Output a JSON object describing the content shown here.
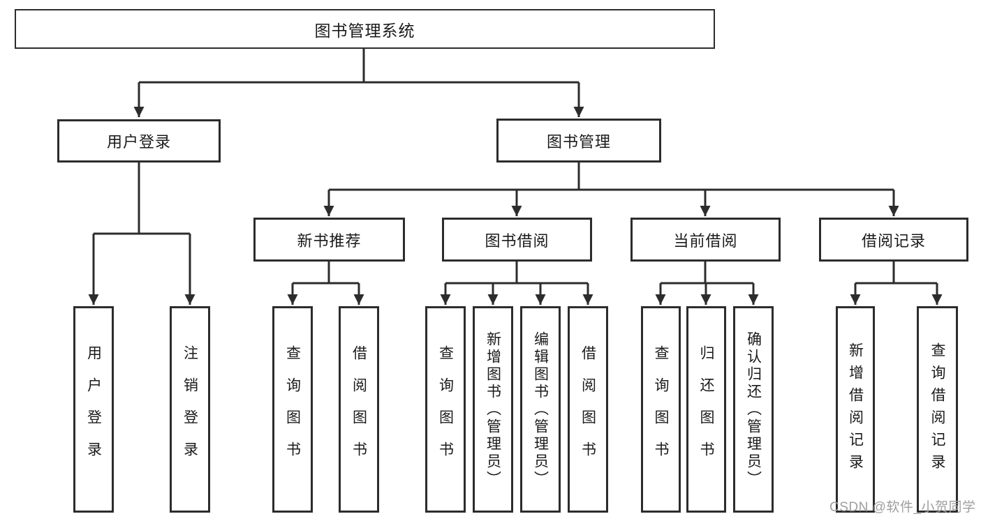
{
  "diagram": {
    "root": "图书管理系统",
    "level2": [
      {
        "label": "用户登录"
      },
      {
        "label": "图书管理"
      }
    ],
    "level3": [
      {
        "label": "新书推荐"
      },
      {
        "label": "图书借阅"
      },
      {
        "label": "当前借阅"
      },
      {
        "label": "借阅记录"
      }
    ],
    "leaf_groups": [
      {
        "parent": "用户登录",
        "items": [
          "用户登录",
          "注销登录"
        ]
      },
      {
        "parent": "新书推荐",
        "items": [
          "查询图书",
          "借阅图书"
        ]
      },
      {
        "parent": "图书借阅",
        "items": [
          "查询图书",
          "新增图书（管理员）",
          "编辑图书（管理员）",
          "借阅图书"
        ]
      },
      {
        "parent": "当前借阅",
        "items": [
          "查询图书",
          "归还图书",
          "确认归还（管理员）"
        ]
      },
      {
        "parent": "借阅记录",
        "items": [
          "新增借阅记录",
          "查询借阅记录"
        ]
      }
    ]
  },
  "colors": {
    "line": "#2c2c2c",
    "text": "#1a1a1a",
    "background": "#ffffff",
    "watermark": "#9e9e9e"
  },
  "watermark": {
    "text": "CSDN @软件_小贺同学"
  }
}
